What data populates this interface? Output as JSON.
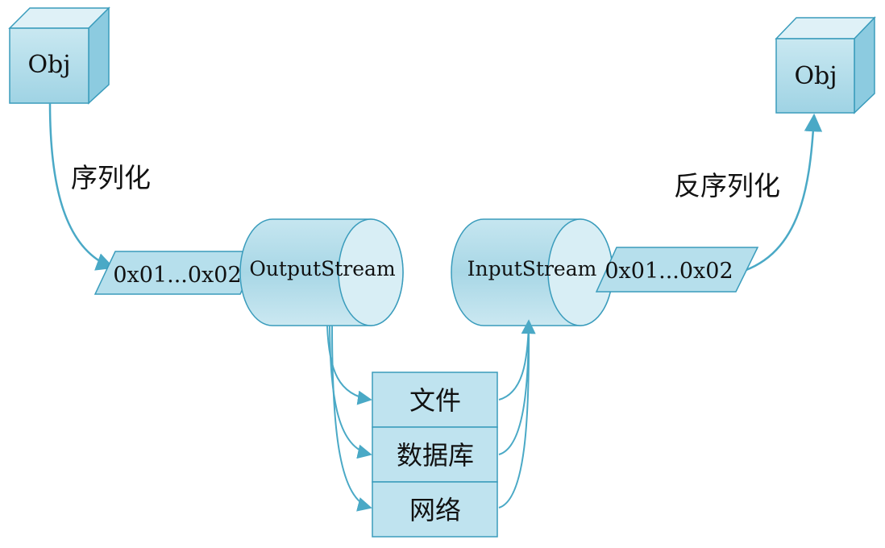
{
  "left_object": {
    "label": "Obj"
  },
  "right_object": {
    "label": "Obj"
  },
  "serialize_label": "序列化",
  "deserialize_label": "反序列化",
  "left_bytes": "0x01...0x02",
  "right_bytes": "0x01...0x02",
  "output_stream": "OutputStream",
  "input_stream": "InputStream",
  "storage": [
    "文件",
    "数据库",
    "网络"
  ],
  "colors": {
    "fill_light": "#cfeaf2",
    "fill_mid": "#a9d7e6",
    "fill_dark": "#7cc0d6",
    "stroke": "#3a9cbc",
    "arrow": "#4aa9c6"
  }
}
